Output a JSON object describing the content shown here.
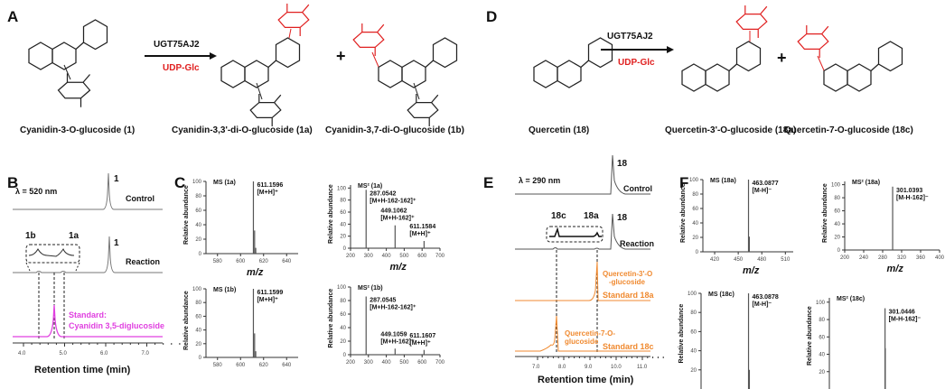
{
  "panels": {
    "A": "A",
    "B": "B",
    "C": "C",
    "D": "D",
    "E": "E",
    "F": "F"
  },
  "panelA": {
    "substrate": "Cyanidin-3-O-glucoside (1)",
    "enzyme": "UGT75AJ2",
    "cofactor": "UDP-Glc",
    "product1": "Cyanidin-3,3'-di-O-glucoside (1a)",
    "plus": "+",
    "product2": "Cyanidin-3,7-di-O-glucoside (1b)"
  },
  "panelD": {
    "substrate": "Quercetin (18)",
    "enzyme": "UGT75AJ2",
    "cofactor": "UDP-Glc",
    "product1": "Quercetin-3'-O-glucoside (18a)",
    "plus": "+",
    "product2": "Quercetin-7-O-glucoside (18c)"
  },
  "panelB": {
    "wavelength": "λ = 520 nm",
    "control": "Control",
    "reaction": "Reaction",
    "peak1": "1",
    "peak1b": "1",
    "lab1b": "1b",
    "lab1a": "1a",
    "std1": "Standard:",
    "std2": "Cyanidin 3,5-diglucoside",
    "xlabel": "Retention time (min)",
    "ticks": [
      "4.0",
      "5.0",
      "6.0",
      "7.0"
    ],
    "colors": {
      "trace": "#777777",
      "standard": "#e040e0"
    }
  },
  "panelE": {
    "wavelength": "λ = 290 nm",
    "control": "Control",
    "reaction": "Reaction",
    "peak18": "18",
    "peak18b": "18",
    "lab18c": "18c",
    "lab18a": "18a",
    "std18a_1": "Quercetin-3'-O",
    "std18a_2": "-glucoside",
    "std18a": "Standard 18a",
    "std18c_1": "Quercetin-7-O-",
    "std18c_2": "glucoside",
    "std18c": "Standard 18c",
    "xlabel": "Retention time (min)",
    "ticks": [
      "7.0",
      "8.0",
      "9.0",
      "10.0",
      "11.0"
    ],
    "colors": {
      "standard": "#f08a30"
    }
  },
  "chart_data": [
    {
      "type": "bar",
      "title": "MS (1a)",
      "ylabel": "Relative abundance",
      "xlabel": "m/z",
      "xlim": [
        570,
        650
      ],
      "xticks": [
        580,
        600,
        620,
        640
      ],
      "ylim": [
        0,
        100
      ],
      "yticks": [
        0,
        20,
        40,
        60,
        80,
        100
      ],
      "peaks": [
        [
          611.16,
          100
        ],
        [
          612.2,
          32
        ],
        [
          613.2,
          8
        ]
      ],
      "annotations": [
        {
          "x": 611.1596,
          "text": "611.1596",
          "ion": "[M+H]⁺"
        }
      ]
    },
    {
      "type": "bar",
      "title": "MS² (1a)",
      "ylabel": "Relative abundance",
      "xlabel": "m/z",
      "xlim": [
        200,
        700
      ],
      "xticks": [
        200,
        300,
        400,
        500,
        600,
        700
      ],
      "ylim": [
        0,
        105
      ],
      "yticks": [
        0,
        20,
        40,
        60,
        80,
        100
      ],
      "peaks": [
        [
          287.05,
          97
        ],
        [
          449.11,
          38
        ],
        [
          611.16,
          12
        ]
      ],
      "annotations": [
        {
          "x": 287.0542,
          "text": "287.0542",
          "ion": "[M+H-162-162]⁺"
        },
        {
          "x": 449.1062,
          "text": "449.1062",
          "ion": "[M+H-162]⁺"
        },
        {
          "x": 611.1584,
          "text": "611.1584",
          "ion": "[M+H]⁺"
        }
      ]
    },
    {
      "type": "bar",
      "title": "MS (1b)",
      "ylabel": "Relative abundance",
      "xlabel": "",
      "xlim": [
        570,
        650
      ],
      "xticks": [
        580,
        600,
        620,
        640
      ],
      "ylim": [
        0,
        100
      ],
      "yticks": [
        0,
        20,
        40,
        60,
        80,
        100
      ],
      "peaks": [
        [
          611.16,
          100
        ],
        [
          612.2,
          35
        ],
        [
          613.2,
          9
        ]
      ],
      "annotations": [
        {
          "x": 611.1599,
          "text": "611.1599",
          "ion": "[M+H]⁺"
        }
      ]
    },
    {
      "type": "bar",
      "title": "MS² (1b)",
      "ylabel": "Relative abundance",
      "xlabel": "",
      "xlim": [
        200,
        700
      ],
      "xticks": [
        200,
        300,
        400,
        500,
        600,
        700
      ],
      "ylim": [
        0,
        100
      ],
      "yticks": [
        0,
        20,
        40,
        60,
        80,
        100
      ],
      "peaks": [
        [
          287.05,
          86
        ],
        [
          449.11,
          9
        ],
        [
          611.16,
          7
        ]
      ],
      "annotations": [
        {
          "x": 287.0545,
          "text": "287.0545",
          "ion": "[M+H-162-162]⁺"
        },
        {
          "x": 449.1059,
          "text": "449.1059",
          "ion": "[M+H-162]⁺"
        },
        {
          "x": 611.1607,
          "text": "611.1607",
          "ion": "[M+H]⁺"
        }
      ]
    },
    {
      "type": "bar",
      "title": "MS (18a)",
      "ylabel": "Relative abundance",
      "xlabel": "m/z",
      "xlim": [
        405,
        520
      ],
      "xticks": [
        420,
        450,
        480,
        510
      ],
      "ylim": [
        0,
        100
      ],
      "yticks": [
        0,
        20,
        40,
        60,
        80,
        100
      ],
      "peaks": [
        [
          463.09,
          100
        ],
        [
          464.1,
          21
        ]
      ],
      "annotations": [
        {
          "x": 463.0877,
          "text": "463.0877",
          "ion": "[M-H]⁻"
        }
      ]
    },
    {
      "type": "bar",
      "title": "MS² (18a)",
      "ylabel": "Relative abundance",
      "xlabel": "m/z",
      "xlim": [
        200,
        400
      ],
      "xticks": [
        200,
        240,
        280,
        320,
        360,
        400
      ],
      "ylim": [
        0,
        105
      ],
      "yticks": [
        0,
        20,
        40,
        60,
        80,
        100
      ],
      "peaks": [
        [
          301.04,
          97
        ]
      ],
      "annotations": [
        {
          "x": 301.0393,
          "text": "301.0393",
          "ion": "[M-H-162]⁻"
        }
      ]
    },
    {
      "type": "bar",
      "title": "MS (18c)",
      "ylabel": "Relative abundance",
      "xlabel": "",
      "xlim": [
        405,
        520
      ],
      "xticks": [],
      "ylim": [
        0,
        100
      ],
      "yticks": [
        20,
        40,
        60,
        80,
        100
      ],
      "peaks": [
        [
          463.09,
          100
        ],
        [
          464.1,
          20
        ]
      ],
      "annotations": [
        {
          "x": 463.0878,
          "text": "463.0878",
          "ion": "[M-H]⁻"
        }
      ]
    },
    {
      "type": "bar",
      "title": "MS² (18c)",
      "ylabel": "Relative abundance",
      "xlabel": "",
      "xlim": [
        200,
        400
      ],
      "xticks": [],
      "ylim": [
        0,
        105
      ],
      "yticks": [
        20,
        40,
        60,
        80,
        100
      ],
      "peaks": [
        [
          301.04,
          93
        ],
        [
          301.5,
          47
        ]
      ],
      "annotations": [
        {
          "x": 301.0446,
          "text": "301.0446",
          "ion": "[M-H-162]⁻"
        }
      ]
    }
  ]
}
